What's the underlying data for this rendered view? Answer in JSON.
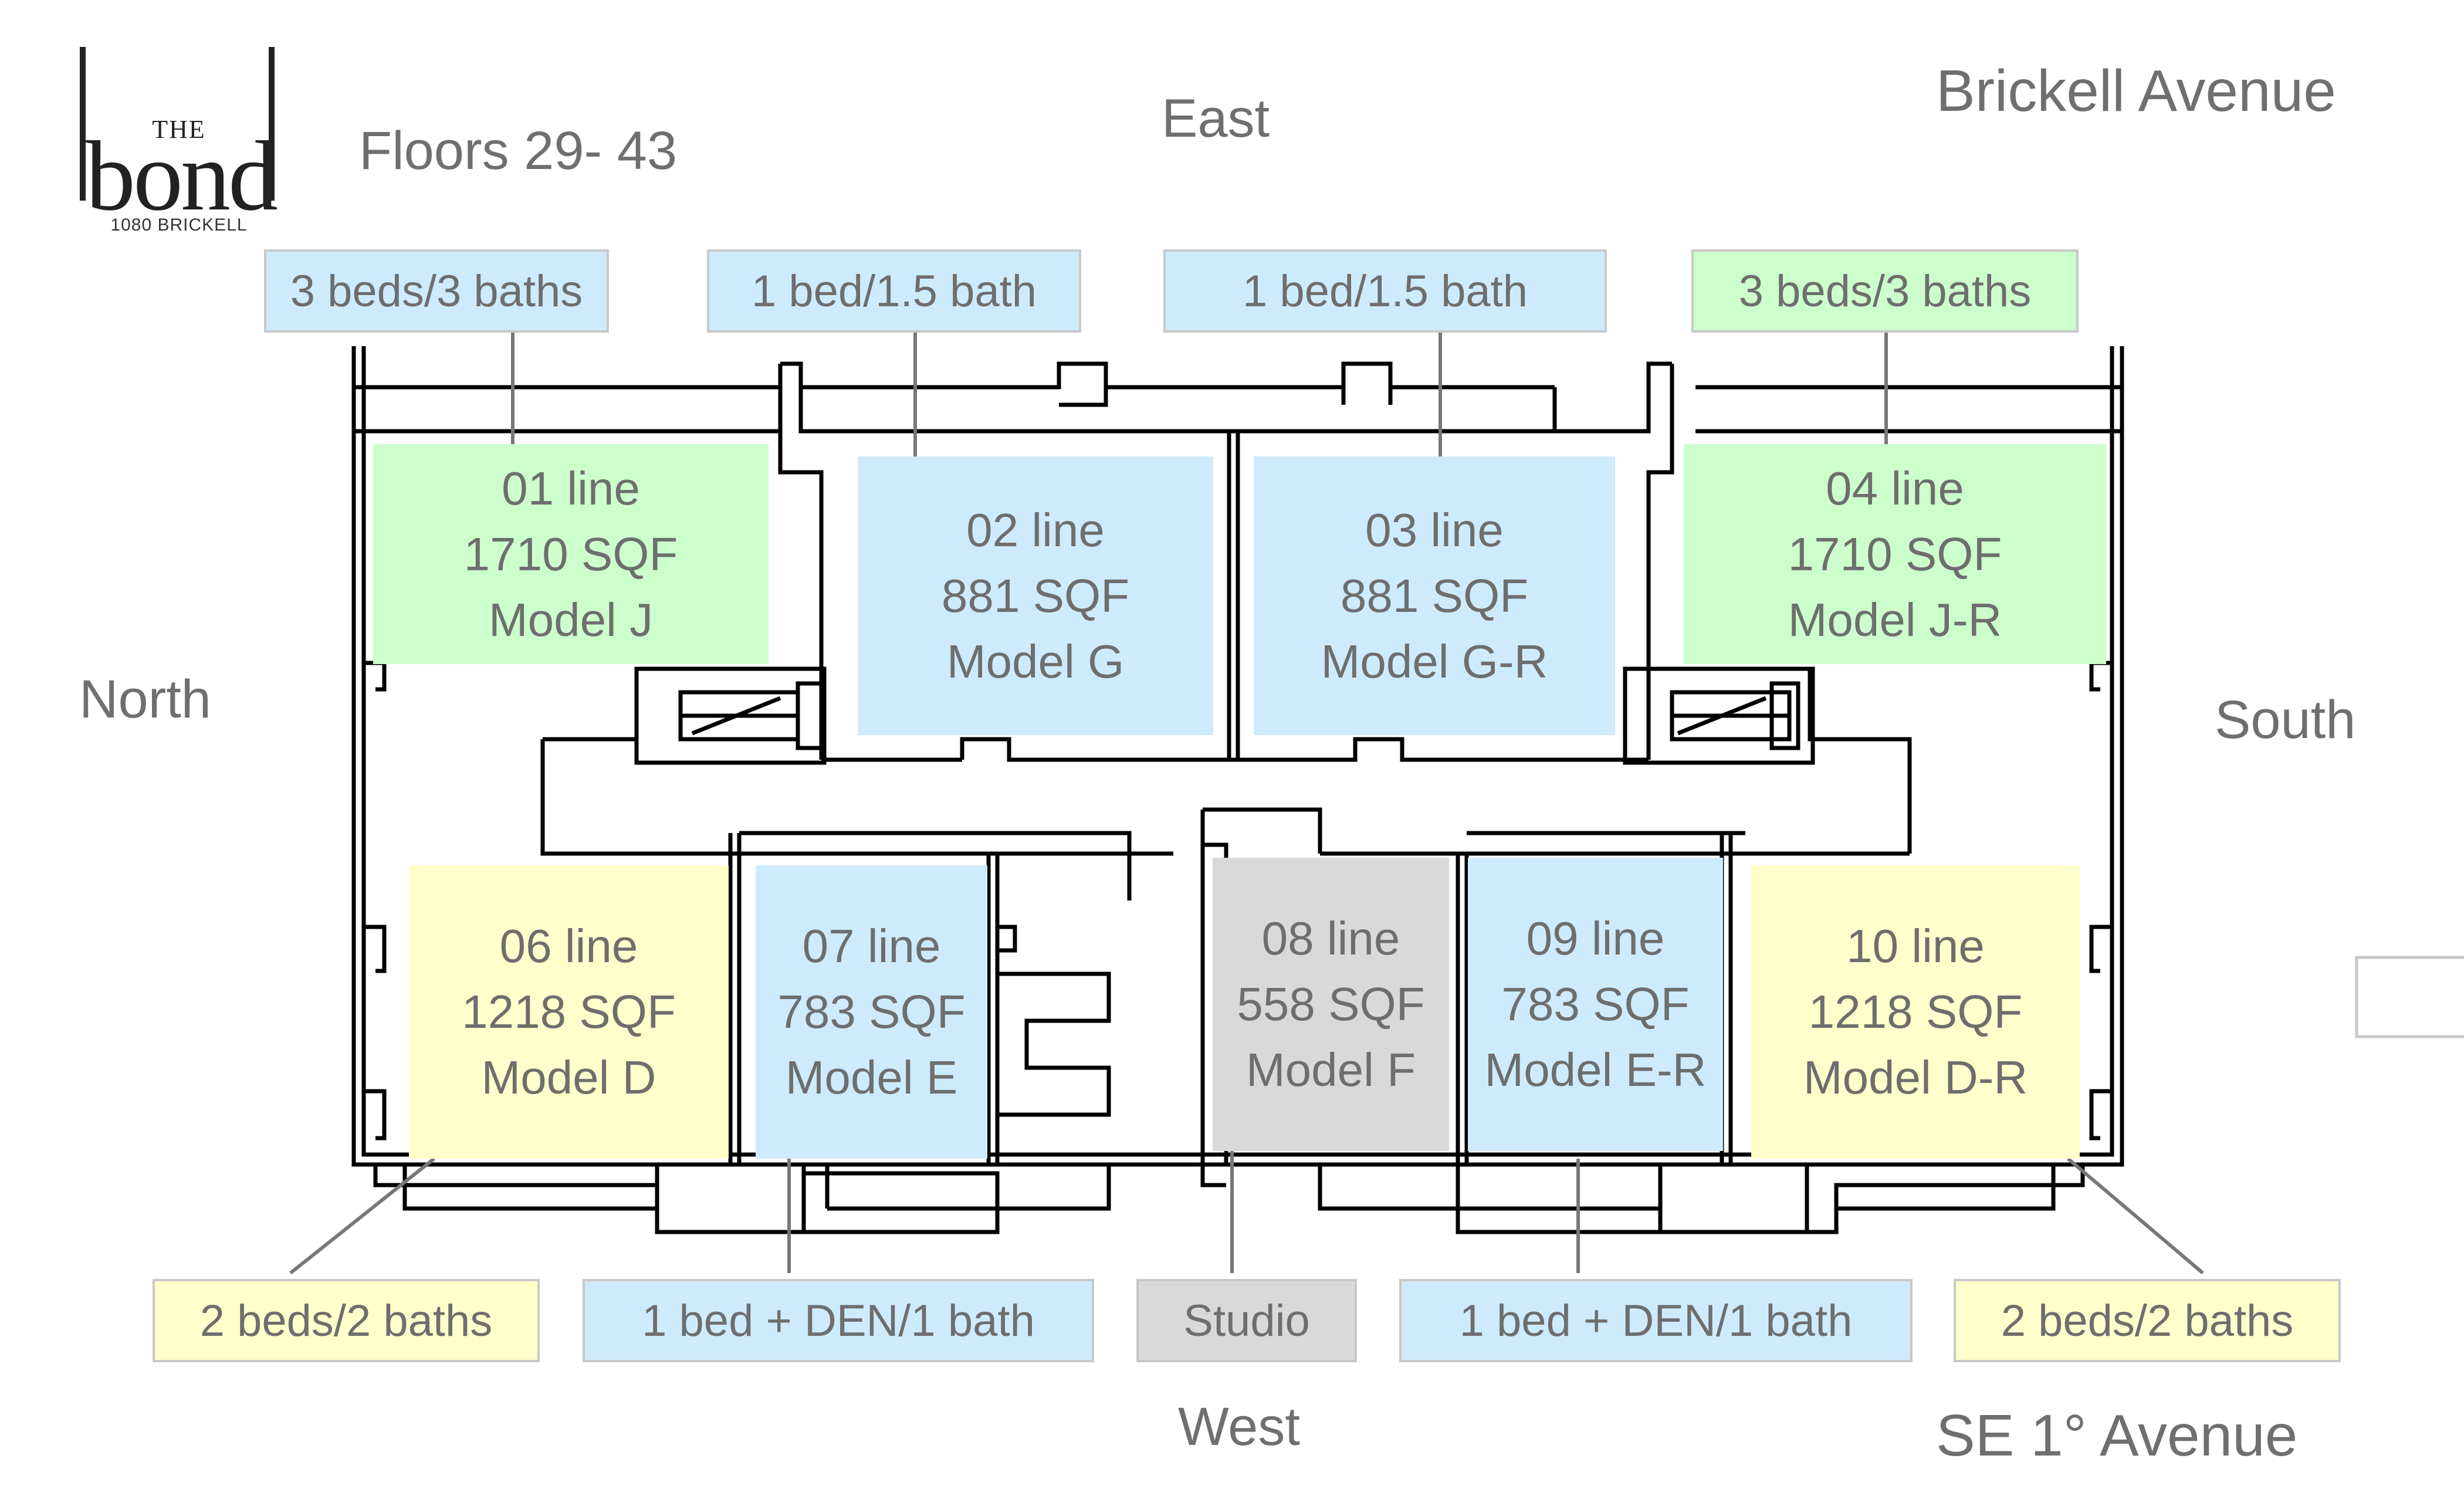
{
  "logo": {
    "the": "THE",
    "word": "bond",
    "sub": "1080 BRICKELL"
  },
  "header": {
    "floors": "Floors 29- 43",
    "street_top": "Brickell Avenue",
    "street_bottom": "SE 1° Avenue"
  },
  "compass": {
    "east": "East",
    "north": "North",
    "south": "South",
    "west": "West"
  },
  "units": [
    {
      "line": "01 line",
      "sqf": "1710 SQF",
      "model": "Model J",
      "type": "3 beds/3 baths",
      "color": "#ccffcc"
    },
    {
      "line": "02 line",
      "sqf": "881 SQF",
      "model": "Model G",
      "type": "1 bed/1.5 bath",
      "color": "#cdebfc"
    },
    {
      "line": "03 line",
      "sqf": "881 SQF",
      "model": "Model G-R",
      "type": "1 bed/1.5 bath",
      "color": "#cdebfc"
    },
    {
      "line": "04 line",
      "sqf": "1710 SQF",
      "model": "Model J-R",
      "type": "3 beds/3 baths",
      "color": "#ccffcc"
    },
    {
      "line": "06 line",
      "sqf": "1218 SQF",
      "model": "Model D",
      "type": "2 beds/2 baths",
      "color": "#ffffcc"
    },
    {
      "line": "07 line",
      "sqf": "783 SQF",
      "model": "Model E",
      "type": "1 bed + DEN/1 bath",
      "color": "#cdebfc"
    },
    {
      "line": "08 line",
      "sqf": "558 SQF",
      "model": "Model F",
      "type": "Studio",
      "color": "#d9d9d9"
    },
    {
      "line": "09 line",
      "sqf": "783 SQF",
      "model": "Model E-R",
      "type": "1 bed + DEN/1 bath",
      "color": "#cdebfc"
    },
    {
      "line": "10 line",
      "sqf": "1218 SQF",
      "model": "Model D-R",
      "type": "2 beds/2 baths",
      "color": "#ffffcc"
    }
  ]
}
